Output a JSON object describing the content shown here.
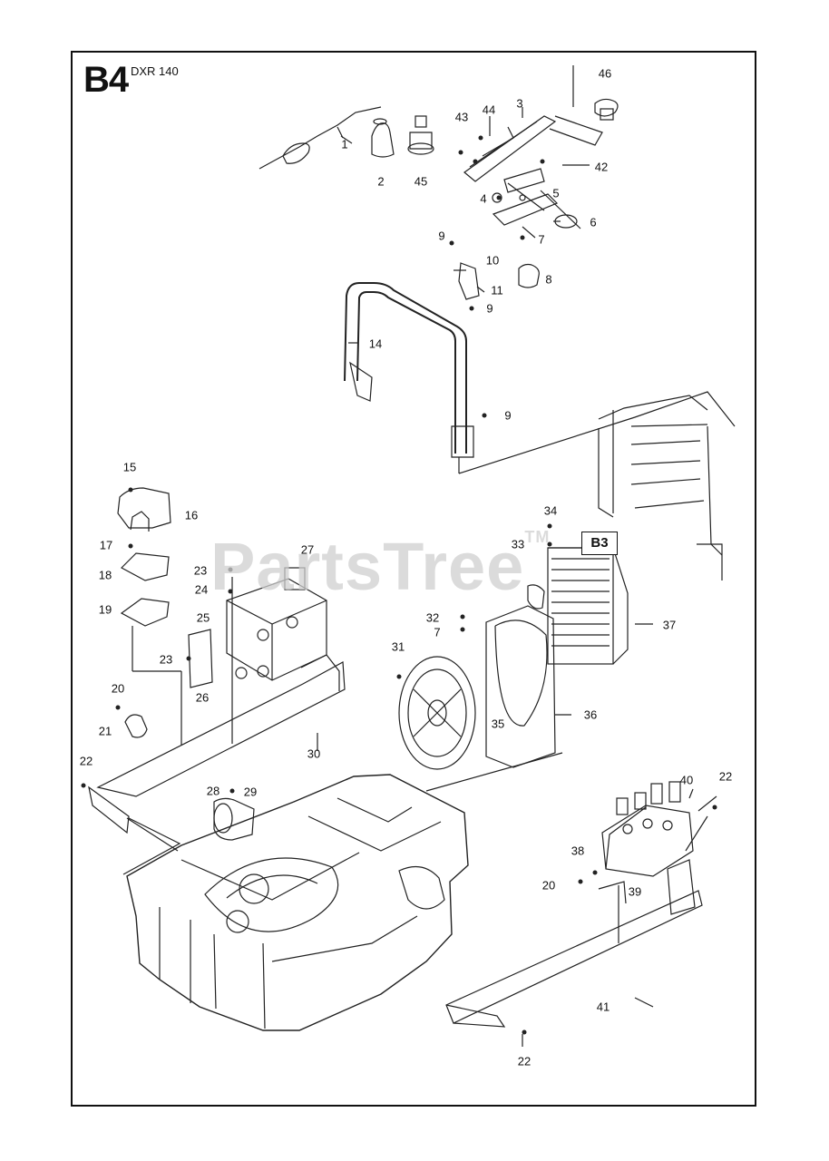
{
  "header": {
    "code": "B4",
    "model": "DXR 140"
  },
  "watermark": "PartsTree",
  "watermark_tm": "TM",
  "reference_box": "B3",
  "parts": [
    {
      "id": "p1",
      "name": "1"
    },
    {
      "id": "p2",
      "name": "2"
    },
    {
      "id": "p45",
      "name": "45"
    },
    {
      "id": "p43",
      "name": "43"
    },
    {
      "id": "p44",
      "name": "44"
    },
    {
      "id": "p3",
      "name": "3"
    },
    {
      "id": "p46",
      "name": "46"
    },
    {
      "id": "p42",
      "name": "42"
    },
    {
      "id": "p4",
      "name": "4"
    },
    {
      "id": "p5",
      "name": "5"
    },
    {
      "id": "p6",
      "name": "6"
    },
    {
      "id": "p7a",
      "name": "7"
    },
    {
      "id": "p9a",
      "name": "9"
    },
    {
      "id": "p10",
      "name": "10"
    },
    {
      "id": "p8",
      "name": "8"
    },
    {
      "id": "p11",
      "name": "11"
    },
    {
      "id": "p9b",
      "name": "9"
    },
    {
      "id": "p14",
      "name": "14"
    },
    {
      "id": "p9c",
      "name": "9"
    },
    {
      "id": "p15",
      "name": "15"
    },
    {
      "id": "p16",
      "name": "16"
    },
    {
      "id": "p17",
      "name": "17"
    },
    {
      "id": "p18",
      "name": "18"
    },
    {
      "id": "p19",
      "name": "19"
    },
    {
      "id": "p23a",
      "name": "23"
    },
    {
      "id": "p24",
      "name": "24"
    },
    {
      "id": "p27",
      "name": "27"
    },
    {
      "id": "p25",
      "name": "25"
    },
    {
      "id": "p23b",
      "name": "23"
    },
    {
      "id": "p26",
      "name": "26"
    },
    {
      "id": "p34",
      "name": "34"
    },
    {
      "id": "p33",
      "name": "33"
    },
    {
      "id": "p32",
      "name": "32"
    },
    {
      "id": "p7b",
      "name": "7"
    },
    {
      "id": "p37",
      "name": "37"
    },
    {
      "id": "p31",
      "name": "31"
    },
    {
      "id": "p36",
      "name": "36"
    },
    {
      "id": "p35",
      "name": "35"
    },
    {
      "id": "p20a",
      "name": "20"
    },
    {
      "id": "p21",
      "name": "21"
    },
    {
      "id": "p22a",
      "name": "22"
    },
    {
      "id": "p30",
      "name": "30"
    },
    {
      "id": "p28",
      "name": "28"
    },
    {
      "id": "p29",
      "name": "29"
    },
    {
      "id": "p40",
      "name": "40"
    },
    {
      "id": "p22b",
      "name": "22"
    },
    {
      "id": "p38",
      "name": "38"
    },
    {
      "id": "p20b",
      "name": "20"
    },
    {
      "id": "p39",
      "name": "39"
    },
    {
      "id": "p41",
      "name": "41"
    },
    {
      "id": "p22c",
      "name": "22"
    }
  ]
}
